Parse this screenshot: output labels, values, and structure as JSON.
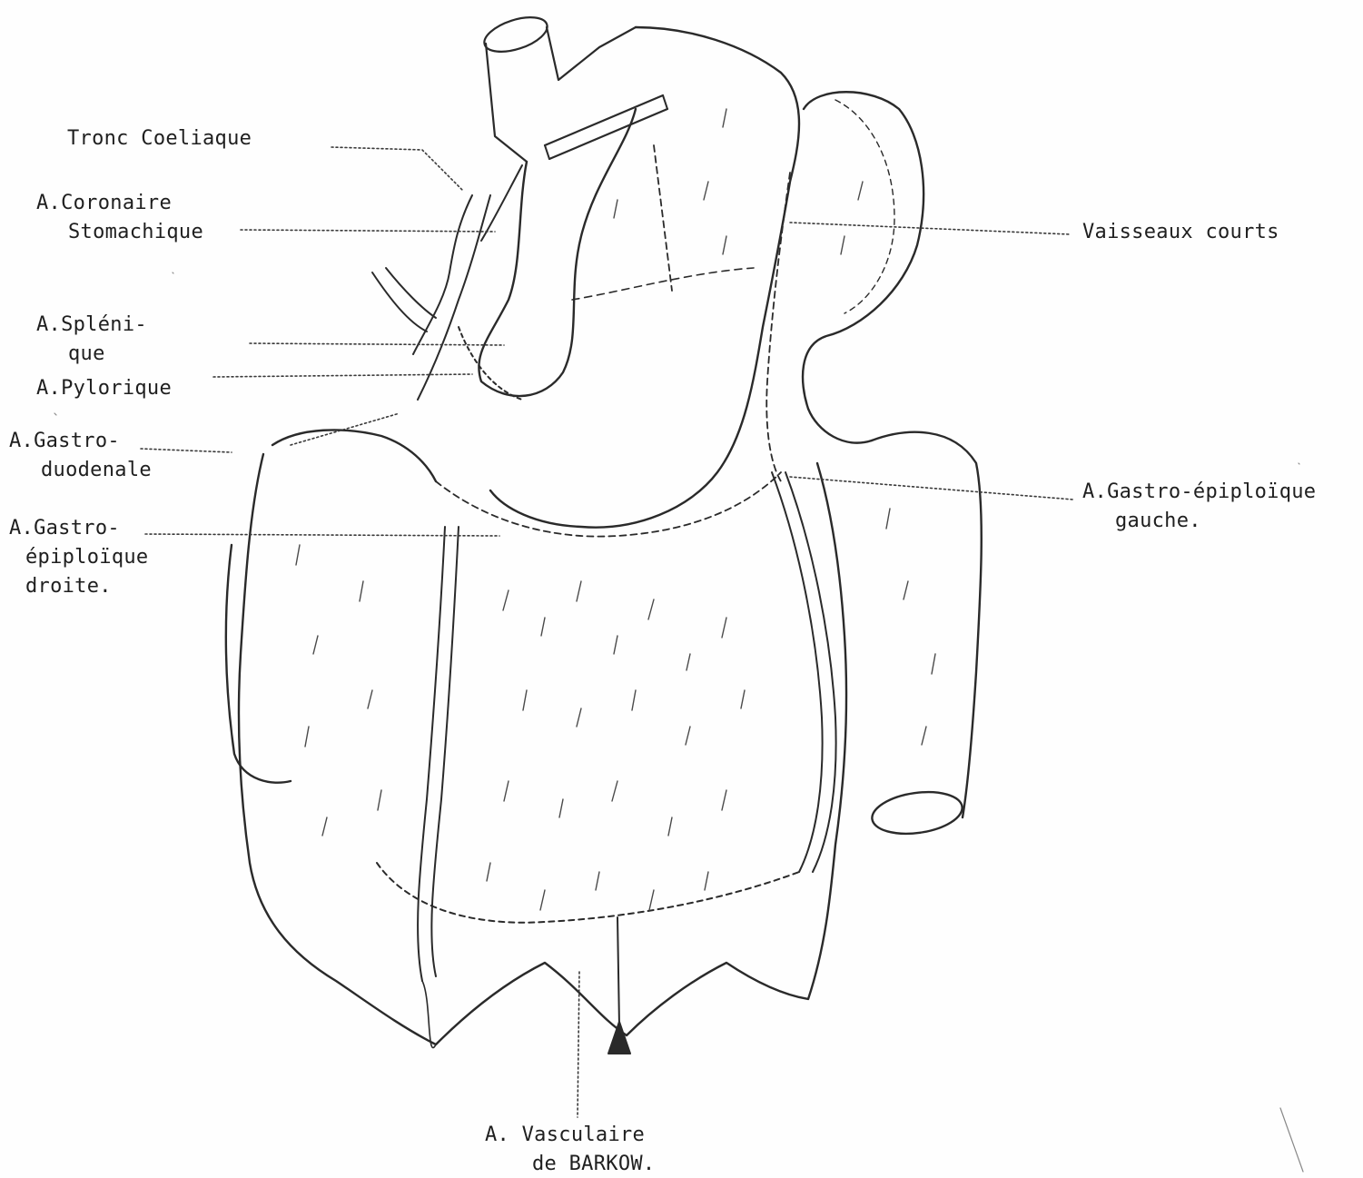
{
  "figure": {
    "labels": {
      "tronc_coeliaque": [
        "Tronc Coeliaque"
      ],
      "coronaire_stomachique": [
        "A.Coronaire",
        "Stomachique"
      ],
      "splenique": [
        "A.Spléni-",
        "que"
      ],
      "pylorique": [
        "A.Pylorique"
      ],
      "gastro_duodenale": [
        "A.Gastro-",
        "duodenale"
      ],
      "gastro_epiploique_droite": [
        "A.Gastro-",
        "épiploïque",
        "droite."
      ],
      "vaisseaux_courts": [
        "Vaisseaux courts"
      ],
      "gastro_epiploique_gauche": [
        "A.Gastro-épiploïque",
        "gauche."
      ],
      "vasculaire_barkow": [
        "A. Vasculaire",
        "de BARKOW."
      ]
    },
    "colors": {
      "ink": "#2a2a2a",
      "paper": "#fefefe"
    }
  }
}
